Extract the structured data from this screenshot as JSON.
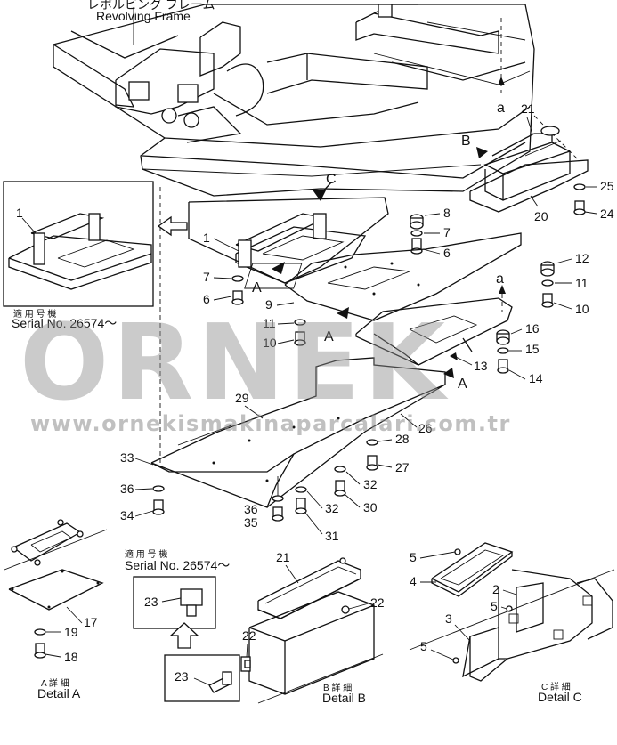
{
  "header": {
    "frame_jp": "レボルビング フレーム",
    "frame_en": "Revolving Frame"
  },
  "serial_notes": {
    "jp": "適 用 号 機",
    "en": "Serial No. 26574～"
  },
  "arrow_labels": {
    "a": "a",
    "A": "A",
    "B": "B",
    "C": "C"
  },
  "part_numbers": [
    "1",
    "2",
    "3",
    "4",
    "5",
    "6",
    "7",
    "8",
    "9",
    "10",
    "11",
    "12",
    "13",
    "14",
    "15",
    "16",
    "17",
    "18",
    "19",
    "20",
    "21",
    "22",
    "23",
    "24",
    "25",
    "26",
    "27",
    "28",
    "29",
    "30",
    "31",
    "32",
    "33",
    "34",
    "35",
    "36"
  ],
  "details": {
    "a": {
      "jp": "A 詳 細",
      "en": "Detail A"
    },
    "b": {
      "jp": "B 詳 細",
      "en": "Detail B"
    },
    "c": {
      "jp": "C 詳 細",
      "en": "Detail C"
    }
  },
  "watermark": {
    "brand": "ORNEK",
    "url": "www.ornekismakinaparcalari.com.tr"
  }
}
